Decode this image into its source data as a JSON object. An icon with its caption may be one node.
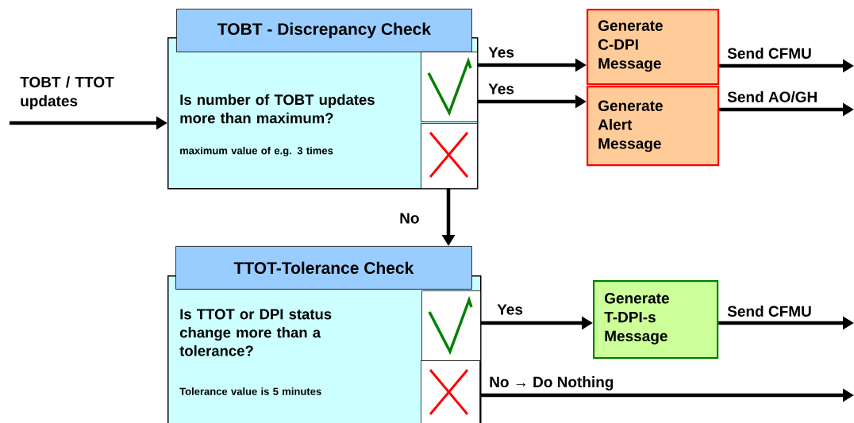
{
  "diagram": {
    "nodes": [
      {
        "text": [
          "TOBT - Discrepancy Check",
          "Is number of TOBT updates more than maximum?",
          "maximum value of e.g. 3 times"
        ]
      },
      {
        "text": [],
        "shape": "box",
        "in": 0
      },
      {
        "text": [],
        "shape": "box",
        "in": 0
      },
      {
        "text": [
          "Generate C-DPI Message"
        ]
      },
      {
        "text": [
          "Generate Alert Message"
        ]
      },
      {
        "text": [
          "TTOT-Tolerance Check",
          "Is TTOT or DPI status change more than a tolerance?",
          "Tolerance value is 5 minutes"
        ]
      },
      {
        "text": [],
        "shape": "box",
        "in": 5
      },
      {
        "text": [],
        "shape": "box",
        "in": 5
      },
      {
        "text": [
          "Generate T-DPI-s Message"
        ]
      }
    ],
    "edges": [
      {
        "from": null,
        "to": 0,
        "arrow": "to",
        "label": "TOBT / TTOT updates"
      },
      {
        "from": 1,
        "to": 3,
        "arrow": "to",
        "label": "Yes"
      },
      {
        "from": 1,
        "to": 4,
        "arrow": "to",
        "label": "Yes"
      },
      {
        "from": 3,
        "to": null,
        "arrow": "to",
        "label": "Send CFMU"
      },
      {
        "from": 4,
        "to": null,
        "arrow": "to",
        "label": "Send AO/GH"
      },
      {
        "from": 2,
        "to": 5,
        "arrow": "to",
        "label": "No"
      },
      {
        "from": 6,
        "to": 8,
        "arrow": "to",
        "label": "Yes"
      },
      {
        "from": 8,
        "to": null,
        "arrow": "to",
        "label": "Send CFMU"
      },
      {
        "from": 7,
        "to": null,
        "arrow": "to",
        "label": "No → Do Nothing"
      }
    ]
  }
}
